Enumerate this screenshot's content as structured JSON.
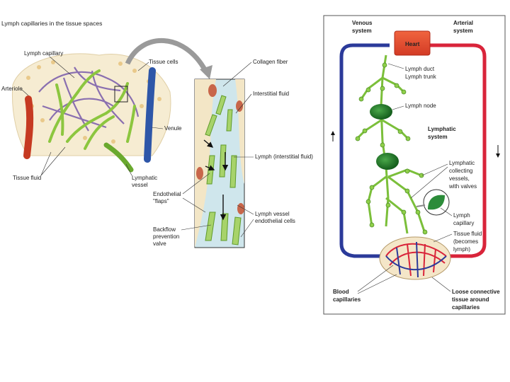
{
  "left_figure": {
    "title": "Lymph capillaries in the tissue spaces",
    "labels": {
      "lymph_capillary": "Lymph capillary",
      "tissue_cells": "Tissue cells",
      "arteriole": "Arteriole",
      "venule": "Venule",
      "tissue_fluid": "Tissue fluid",
      "lymphatic_vessel": [
        "Lymphatic",
        "vessel"
      ]
    }
  },
  "middle_figure": {
    "labels": {
      "collagen_fiber": "Collagen fiber",
      "interstitial_fluid": "Interstitial fluid",
      "lymph_interstitial": "Lymph (interstitial fluid)",
      "endothelial_flaps": [
        "Endothelial",
        "\"flaps\""
      ],
      "lymph_vessel_cells": [
        "Lymph vessel",
        "endothelial cells"
      ],
      "backflow_valve": [
        "Backflow",
        "prevention",
        "valve"
      ]
    }
  },
  "right_figure": {
    "labels": {
      "venous_system": [
        "Venous",
        "system"
      ],
      "arterial_system": [
        "Arterial",
        "system"
      ],
      "heart": "Heart",
      "lymph_duct": "Lymph duct",
      "lymph_trunk": "Lymph trunk",
      "lymph_node": "Lymph node",
      "lymphatic_system": [
        "Lymphatic",
        "system"
      ],
      "collecting_vessels": [
        "Lymphatic",
        "collecting",
        "vessels,",
        "with valves"
      ],
      "lymph_capillary": [
        "Lymph",
        "capillary"
      ],
      "tissue_fluid": [
        "Tissue fluid",
        "(becomes",
        "lymph)"
      ],
      "blood_capillaries": [
        "Blood",
        "capillaries"
      ],
      "loose_connective": [
        "Loose connective",
        "tissue around",
        "capillaries"
      ]
    }
  },
  "colors": {
    "artery": "#d9243a",
    "vein": "#2b3a9a",
    "lymph": "#7bbf3a",
    "node": "#1f7a2a",
    "heart": "#e84a33",
    "tissue": "#f6ecd2"
  }
}
